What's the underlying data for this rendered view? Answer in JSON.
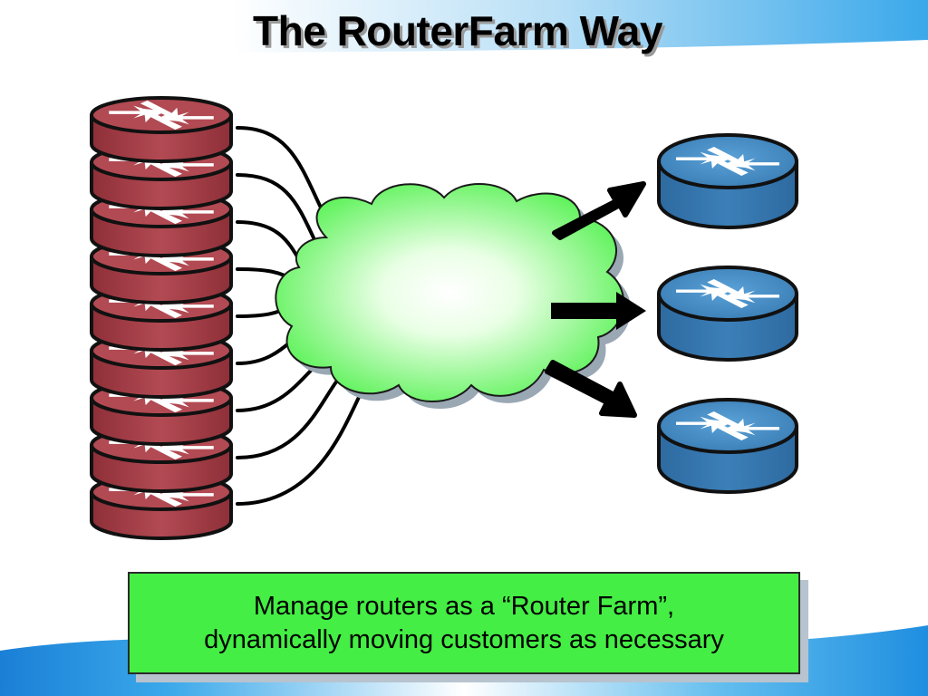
{
  "title": "The RouterFarm Way",
  "caption": {
    "line1": "Manage routers as a “Router Farm”,",
    "line2": "dynamically moving customers as necessary"
  },
  "colors": {
    "farm_router": "#b24a53",
    "customer_router": "#3c7fb8",
    "cloud": "#5ef25a",
    "caption_box": "#44ee44",
    "band_blue": "#3aa8ea",
    "arrow": "#000000"
  },
  "diagram": {
    "farm_routers": {
      "count": 9,
      "icon": "router-icon"
    },
    "cloud": {
      "icon": "network-cloud-icon"
    },
    "arrows": {
      "count": 3,
      "icon": "arrow-right-icon"
    },
    "customer_routers": {
      "count": 3,
      "icon": "router-icon"
    }
  }
}
